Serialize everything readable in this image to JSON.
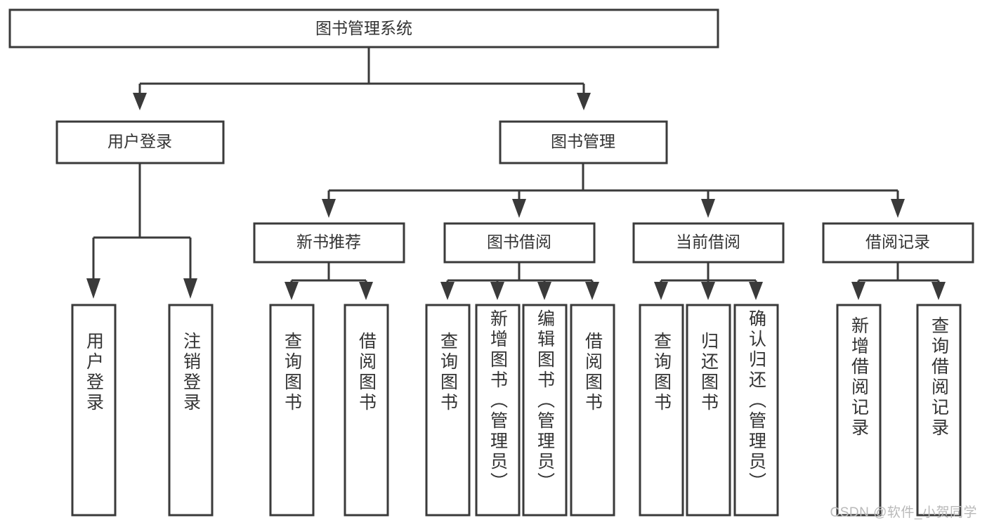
{
  "diagram": {
    "type": "hierarchy-tree",
    "title": "图书管理系统",
    "watermark": "CSDN @软件_小贺同学",
    "colors": {
      "stroke": "#3a3a3a",
      "text": "#333333",
      "background": "#ffffff",
      "watermark": "#b9b9b9"
    },
    "root": {
      "label": "图书管理系统"
    },
    "level2": [
      {
        "label": "用户登录"
      },
      {
        "label": "图书管理"
      }
    ],
    "level3": [
      {
        "label": "新书推荐"
      },
      {
        "label": "图书借阅"
      },
      {
        "label": "当前借阅"
      },
      {
        "label": "借阅记录"
      }
    ],
    "leaves": {
      "user_login": [
        {
          "label": "用户登录"
        },
        {
          "label": "注销登录"
        }
      ],
      "new_book": [
        {
          "label": "查询图书"
        },
        {
          "label": "借阅图书"
        }
      ],
      "book_borrow": [
        {
          "label": "查询图书"
        },
        {
          "label": "新增图书（管理员）"
        },
        {
          "label": "编辑图书（管理员）"
        },
        {
          "label": "借阅图书"
        }
      ],
      "current_borrow": [
        {
          "label": "查询图书"
        },
        {
          "label": "归还图书"
        },
        {
          "label": "确认归还（管理员）"
        }
      ],
      "borrow_record": [
        {
          "label": "新增借阅记录"
        },
        {
          "label": "查询借阅记录"
        }
      ]
    }
  }
}
